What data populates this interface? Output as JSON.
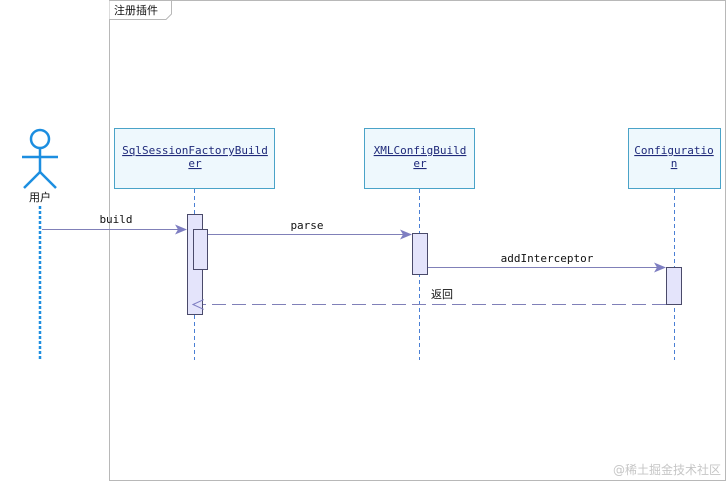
{
  "frame": {
    "title": "注册插件"
  },
  "actor": {
    "label": "用户"
  },
  "objects": [
    {
      "name_line1": "SqlSessionFactoryBuild",
      "name_line2": "er"
    },
    {
      "name_line1": "XMLConfigBuild",
      "name_line2": "er"
    },
    {
      "name_line1": "Configuratio",
      "name_line2": "n"
    }
  ],
  "messages": [
    {
      "label": "build"
    },
    {
      "label": "parse"
    },
    {
      "label": "addInterceptor"
    },
    {
      "label": "返回"
    }
  ],
  "watermark": "@稀土掘金技术社区",
  "colors": {
    "frame": "#b8b8b8",
    "actor": "#1c8ee0",
    "object_border": "#4aa3c8",
    "object_fill": "#eef8fd",
    "lifeline": "#4a7fd4",
    "activation_fill": "#e4e4fb",
    "activation_border": "#4a4a6a",
    "message": "#8080b8",
    "arrowhead": "#7e7ec2"
  }
}
